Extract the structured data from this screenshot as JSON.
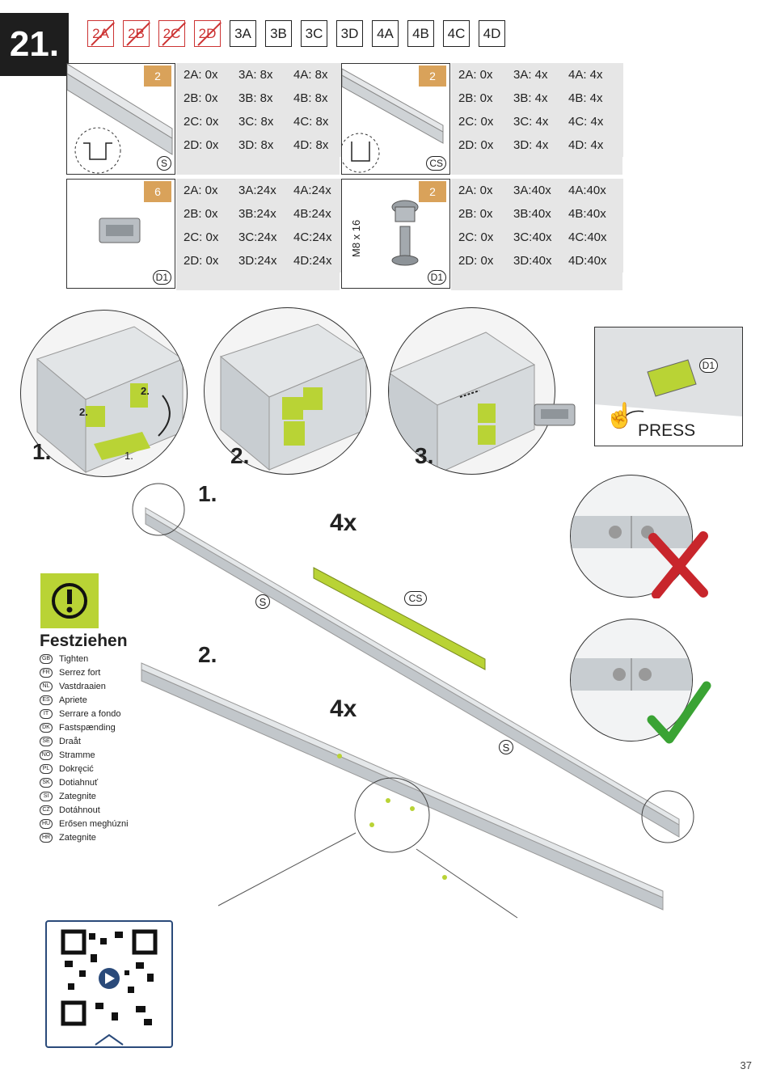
{
  "step": "21.",
  "variants": [
    {
      "label": "2A",
      "crossed": true
    },
    {
      "label": "2B",
      "crossed": true
    },
    {
      "label": "2C",
      "crossed": true
    },
    {
      "label": "2D",
      "crossed": true
    },
    {
      "label": "3A",
      "crossed": false
    },
    {
      "label": "3B",
      "crossed": false
    },
    {
      "label": "3C",
      "crossed": false
    },
    {
      "label": "3D",
      "crossed": false
    },
    {
      "label": "4A",
      "crossed": false
    },
    {
      "label": "4B",
      "crossed": false
    },
    {
      "label": "4C",
      "crossed": false
    },
    {
      "label": "4D",
      "crossed": false
    }
  ],
  "parts": [
    {
      "box": "2",
      "code": "S",
      "quantities": [
        "2A: 0x",
        "3A: 8x",
        "4A: 8x",
        "2B: 0x",
        "3B: 8x",
        "4B: 8x",
        "2C: 0x",
        "3C: 8x",
        "4C: 8x",
        "2D: 0x",
        "3D: 8x",
        "4D: 8x"
      ]
    },
    {
      "box": "2",
      "code": "CS",
      "quantities": [
        "2A: 0x",
        "3A: 4x",
        "4A: 4x",
        "2B: 0x",
        "3B: 4x",
        "4B: 4x",
        "2C: 0x",
        "3C: 4x",
        "4C: 4x",
        "2D: 0x",
        "3D: 4x",
        "4D: 4x"
      ]
    },
    {
      "box": "6",
      "code": "D1",
      "quantities": [
        "2A: 0x",
        "3A:24x",
        "4A:24x",
        "2B: 0x",
        "3B:24x",
        "4B:24x",
        "2C: 0x",
        "3C:24x",
        "4C:24x",
        "2D: 0x",
        "3D:24x",
        "4D:24x"
      ]
    },
    {
      "box": "2",
      "code": "D1",
      "bolt_label": "M8 x 16",
      "quantities": [
        "2A: 0x",
        "3A:40x",
        "4A:40x",
        "2B: 0x",
        "3B:40x",
        "4B:40x",
        "2C: 0x",
        "3C:40x",
        "4C:40x",
        "2D: 0x",
        "3D:40x",
        "4D:40x"
      ]
    }
  ],
  "substeps": {
    "s1": "1.",
    "s2": "2.",
    "s3": "3.",
    "callout_1": "1.",
    "callout_2": "2.",
    "callout_2b": "2.",
    "press": "PRESS",
    "press_code": "D1"
  },
  "assembly": {
    "step1": "1.",
    "step2": "2.",
    "mult1": "4x",
    "mult2": "4x",
    "s_label": "S",
    "cs_label": "CS",
    "s_label2": "S"
  },
  "warning": {
    "title": "Festziehen",
    "languages": [
      {
        "code": "GB",
        "text": "Tighten"
      },
      {
        "code": "FR",
        "text": "Serrez fort"
      },
      {
        "code": "NL",
        "text": "Vastdraaien"
      },
      {
        "code": "ES",
        "text": "Apriete"
      },
      {
        "code": "IT",
        "text": "Serrare a fondo"
      },
      {
        "code": "DK",
        "text": "Fastspænding"
      },
      {
        "code": "SE",
        "text": "Draåt"
      },
      {
        "code": "NO",
        "text": "Stramme"
      },
      {
        "code": "PL",
        "text": "Dokręcić"
      },
      {
        "code": "SK",
        "text": "Dotiahnuť"
      },
      {
        "code": "SI",
        "text": "Zategnite"
      },
      {
        "code": "CZ",
        "text": "Dotáhnout"
      },
      {
        "code": "HU",
        "text": "Erősen meghúzni"
      },
      {
        "code": "HR",
        "text": "Zategnite"
      }
    ]
  },
  "colors": {
    "accent": "#b9d335",
    "wrong": "#c8262c",
    "right": "#3aa334",
    "box": "#d9a25a"
  },
  "page_number": "37"
}
